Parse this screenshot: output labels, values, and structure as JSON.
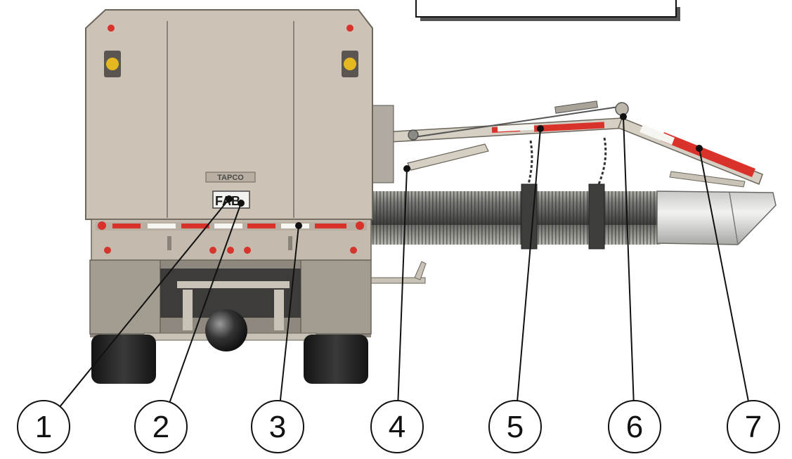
{
  "figure": {
    "brand_badge": "TAPCO",
    "plate_text": "FAB"
  },
  "callouts": [
    {
      "label": "1"
    },
    {
      "label": "2"
    },
    {
      "label": "3"
    },
    {
      "label": "4"
    },
    {
      "label": "5"
    },
    {
      "label": "6"
    },
    {
      "label": "7"
    }
  ],
  "colors": {
    "body": "#ccc3b6",
    "body_dark": "#9f978b",
    "reflector_red": "#d8322b",
    "marker_amber": "#e6b820",
    "hose_dark": "#4a4a48",
    "hose_light": "#8a8a86",
    "line": "#111111"
  }
}
